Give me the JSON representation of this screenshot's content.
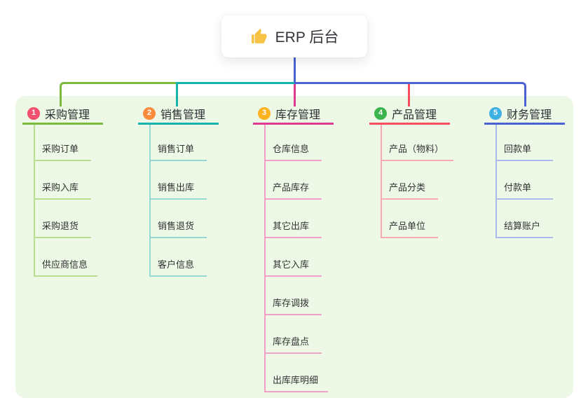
{
  "root": {
    "title": "ERP 后台",
    "icon": "thumbs-up-icon",
    "line_color": "#4b63d2"
  },
  "panel_color": "#edf8e7",
  "branches": [
    {
      "badge": "1",
      "label": "采购管理",
      "colors": {
        "main": "#7cb93f",
        "light": "#b9dd92",
        "badge": "#f2506e"
      },
      "items": [
        "采购订单",
        "采购入库",
        "采购退货",
        "供应商信息"
      ]
    },
    {
      "badge": "2",
      "label": "销售管理",
      "colors": {
        "main": "#14b3ab",
        "light": "#98dad3",
        "badge": "#fb8a3c"
      },
      "items": [
        "销售订单",
        "销售出库",
        "销售退货",
        "客户信息"
      ]
    },
    {
      "badge": "3",
      "label": "库存管理",
      "colors": {
        "main": "#df3a92",
        "light": "#f2a0ca",
        "badge": "#fcb31f"
      },
      "items": [
        "仓库信息",
        "产品库存",
        "其它出库",
        "其它入库",
        "库存调拨",
        "库存盘点",
        "出库库明细"
      ]
    },
    {
      "badge": "4",
      "label": "产品管理",
      "colors": {
        "main": "#f54d5e",
        "light": "#f9abaf",
        "badge": "#3cb44e"
      },
      "items": [
        "产品（物料）",
        "产品分类",
        "产品单位"
      ]
    },
    {
      "badge": "5",
      "label": "财务管理",
      "colors": {
        "main": "#4b63d2",
        "light": "#aab9e8",
        "badge": "#3fb0e4"
      },
      "items": [
        "回款单",
        "付款单",
        "结算账户"
      ]
    }
  ]
}
